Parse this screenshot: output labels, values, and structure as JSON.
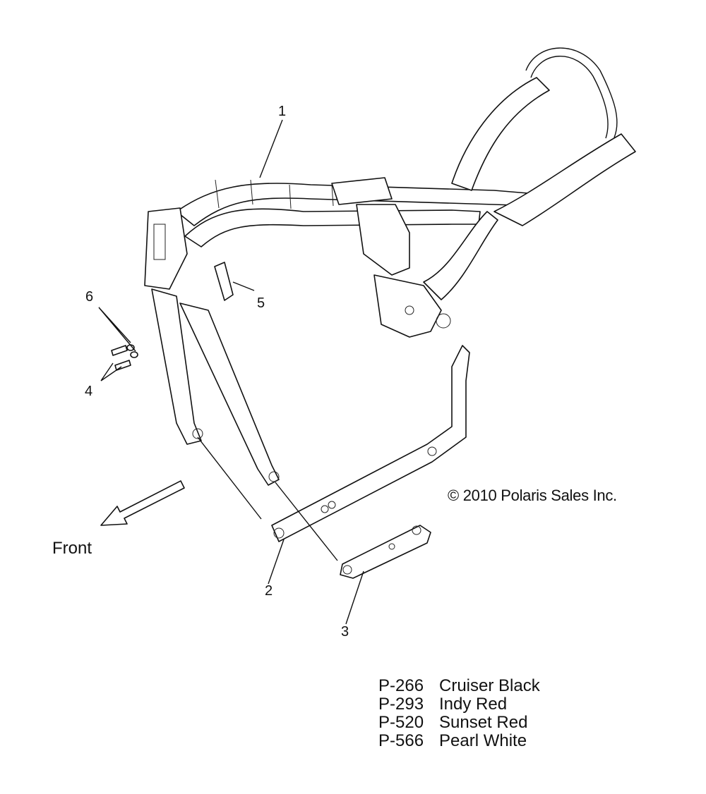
{
  "callouts": [
    "1",
    "2",
    "3",
    "4",
    "5",
    "6"
  ],
  "front_label": "Front",
  "copyright": "© 2010 Polaris Sales Inc.",
  "paint_codes": [
    {
      "code": "P-266",
      "color": "Cruiser Black"
    },
    {
      "code": "P-293",
      "color": "Indy Red"
    },
    {
      "code": "P-520",
      "color": "Sunset Red"
    },
    {
      "code": "P-566",
      "color": "Pearl White"
    }
  ]
}
